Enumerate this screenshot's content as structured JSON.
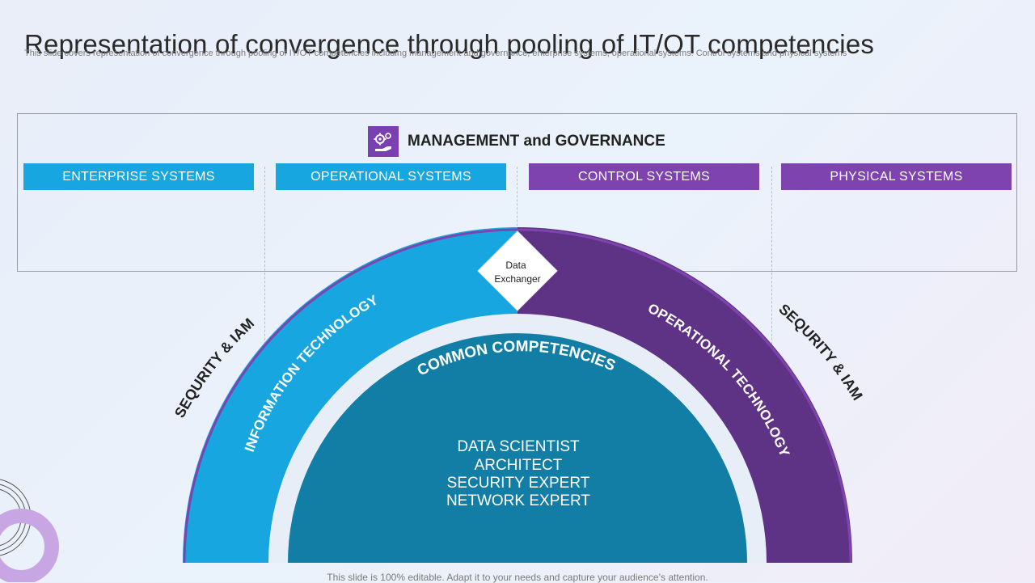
{
  "header": {
    "title": "Representation of convergence through pooling of IT/OT competencies",
    "subtitle": "This slide covers representation of convergence through pooling of IT/OT competencies including management and governance, enterprise systems, operational systems. Control systems and physical systems"
  },
  "management": {
    "label": "MANAGEMENT and GOVERNANCE",
    "icon": "gears-hand-icon"
  },
  "systems": [
    {
      "label": "ENTERPRISE SYSTEMS",
      "color": "#17a6df"
    },
    {
      "label": "OPERATIONAL SYSTEMS",
      "color": "#17a6df"
    },
    {
      "label": "CONTROL SYSTEMS",
      "color": "#7e43af"
    },
    {
      "label": "PHYSICAL SYSTEMS",
      "color": "#7e43af"
    }
  ],
  "diagram": {
    "security_left": "SEQURITY & IAM",
    "security_right": "SEQURITY & IAM",
    "it_label": "INFORMATION TECHNOLOGY",
    "ot_label": "OPERATIONAL TECHNOLOGY",
    "exchanger_line1": "Data",
    "exchanger_line2": "Exchanger",
    "common_label": "COMMON COMPETENCIES",
    "roles": [
      "DATA SCIENTIST",
      "ARCHITECT",
      "SECURITY EXPERT",
      "NETWORK EXPERT"
    ],
    "colors": {
      "it": "#17a6df",
      "ot": "#5e3385",
      "ot_edge": "#7e43af",
      "core": "#127ea6"
    }
  },
  "footer": {
    "text": "This slide is 100% editable. Adapt it to your needs and capture your audience’s attention."
  }
}
